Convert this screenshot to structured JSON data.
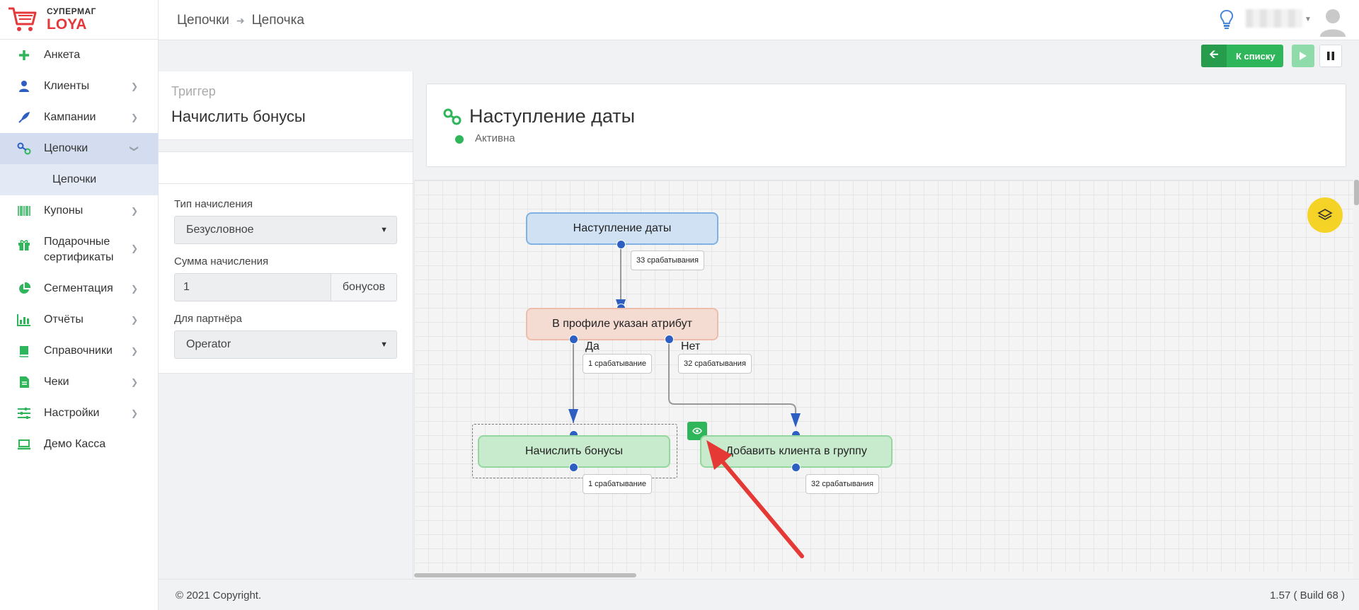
{
  "brand": {
    "line1": "СУПЕРМАГ",
    "line2": "LOYA"
  },
  "sidebar": {
    "items": [
      {
        "label": "Анкета",
        "icon": "plus-icon"
      },
      {
        "label": "Клиенты",
        "icon": "user-icon"
      },
      {
        "label": "Кампании",
        "icon": "rocket-icon"
      },
      {
        "label": "Цепочки",
        "icon": "chain-icon"
      },
      {
        "label": "Цепочки",
        "icon": ""
      },
      {
        "label": "Купоны",
        "icon": "barcode-icon"
      },
      {
        "label": "Подарочные сертификаты",
        "icon": "gift-icon"
      },
      {
        "label": "Сегментация",
        "icon": "pie-chart-icon"
      },
      {
        "label": "Отчёты",
        "icon": "bar-chart-icon"
      },
      {
        "label": "Справочники",
        "icon": "book-icon"
      },
      {
        "label": "Чеки",
        "icon": "receipt-icon"
      },
      {
        "label": "Настройки",
        "icon": "sliders-icon"
      },
      {
        "label": "Демо Касса",
        "icon": "laptop-icon"
      }
    ]
  },
  "header": {
    "breadcrumb": [
      "Цепочки",
      "Цепочка"
    ]
  },
  "toolbar": {
    "back_label": "К списку"
  },
  "panel": {
    "trigger_label": "Триггер",
    "title": "Начислить бонусы",
    "fields": {
      "type_label": "Тип начисления",
      "type_value": "Безусловное",
      "amount_label": "Сумма начисления",
      "amount_value": "1",
      "amount_unit": "бонусов",
      "partner_label": "Для партнёра",
      "partner_value": "Operator"
    }
  },
  "chain": {
    "title": "Наступление даты",
    "status": "Активна"
  },
  "flow": {
    "nodes": {
      "start": "Наступление даты",
      "condition": "В профиле указан атрибут",
      "bonus": "Начислить бонусы",
      "group": "Добавить клиента в группу"
    },
    "badges": {
      "start_out": "33 срабатывания",
      "yes_out": "1 срабатывание",
      "no_out": "32 срабатывания",
      "bonus_out": "1 срабатывание",
      "group_out": "32 срабатывания"
    },
    "branches": {
      "yes": "Да",
      "no": "Нет"
    }
  },
  "footer": {
    "copyright": "© 2021 Copyright.",
    "version": "1.57 ( Build 68 )"
  },
  "colors": {
    "accent_green": "#2fb65a",
    "pin_blue": "#2d5fc3",
    "brand_red": "#e5383b",
    "annotation_arrow": "#e53935"
  }
}
